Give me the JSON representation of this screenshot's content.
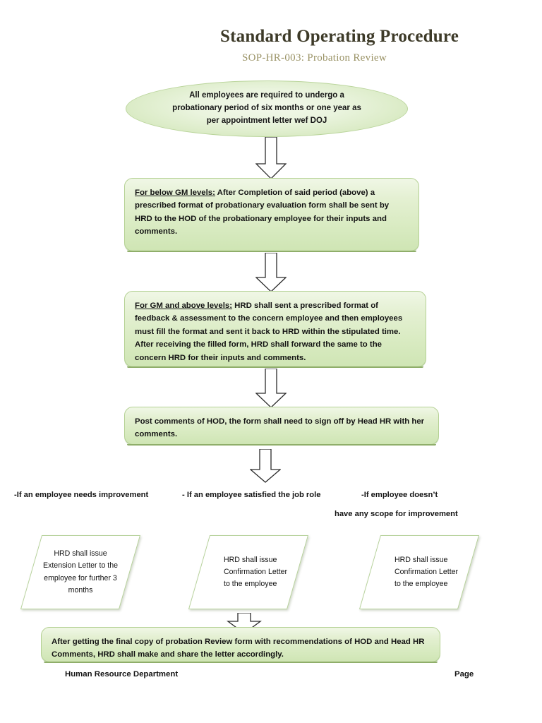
{
  "header": {
    "title": "Standard Operating Procedure",
    "subtitle": "SOP-HR-003: Probation Review"
  },
  "flow": {
    "start": {
      "shape": "ellipse",
      "text": "All employees are required to undergo a probationary period of six months or one year as per appointment letter wef DOJ"
    },
    "steps": [
      {
        "shape": "rounded-rect",
        "label": "For below GM levels:",
        "text": " After Completion of said period (above) a prescribed format of probationary evaluation form shall be sent by HRD to the HOD of the probationary employee for their inputs and comments."
      },
      {
        "shape": "rounded-rect",
        "label": "For GM and above levels:",
        "text": " HRD shall sent a prescribed format of feedback & assessment to the concern employee and then employees must fill the format and sent it back to HRD within the stipulated time. After receiving the filled form, HRD shall forward the same to the concern HRD for their inputs and comments."
      },
      {
        "shape": "rounded-rect",
        "label": "",
        "text": "Post comments of HOD, the form shall need to sign off by Head HR with her comments."
      }
    ],
    "conditions": [
      {
        "line1": "-If an employee needs improvement",
        "line2": ""
      },
      {
        "line1": "- If an employee satisfied the job role",
        "line2": ""
      },
      {
        "line1": "-If employee doesn’t",
        "line2": "have any scope for improvement"
      }
    ],
    "outcomes": [
      {
        "shape": "parallelogram",
        "text": "HRD shall issue Extension Letter to the employee for further 3 months",
        "align": "center"
      },
      {
        "shape": "parallelogram",
        "text": "HRD shall issue Confirmation Letter to the employee",
        "align": "left"
      },
      {
        "shape": "parallelogram",
        "text": "HRD shall issue Confirmation Letter to the employee",
        "align": "left"
      }
    ],
    "final": {
      "shape": "rounded-rect",
      "text": "After getting the final copy of probation Review form with recommendations of HOD and Head HR Comments, HRD shall make and share the letter accordingly."
    }
  },
  "footer": {
    "left": "Human Resource Department",
    "right": "Page"
  },
  "colors": {
    "title": "#3d3a28",
    "subtitle": "#9a9366",
    "shape_fill_light": "#eaf4de",
    "shape_fill_dark": "#9dc97d",
    "shape_border": "#b4d193",
    "text": "#131313",
    "arrow_fill": "#ffffff",
    "arrow_stroke": "#2b2b2b"
  }
}
